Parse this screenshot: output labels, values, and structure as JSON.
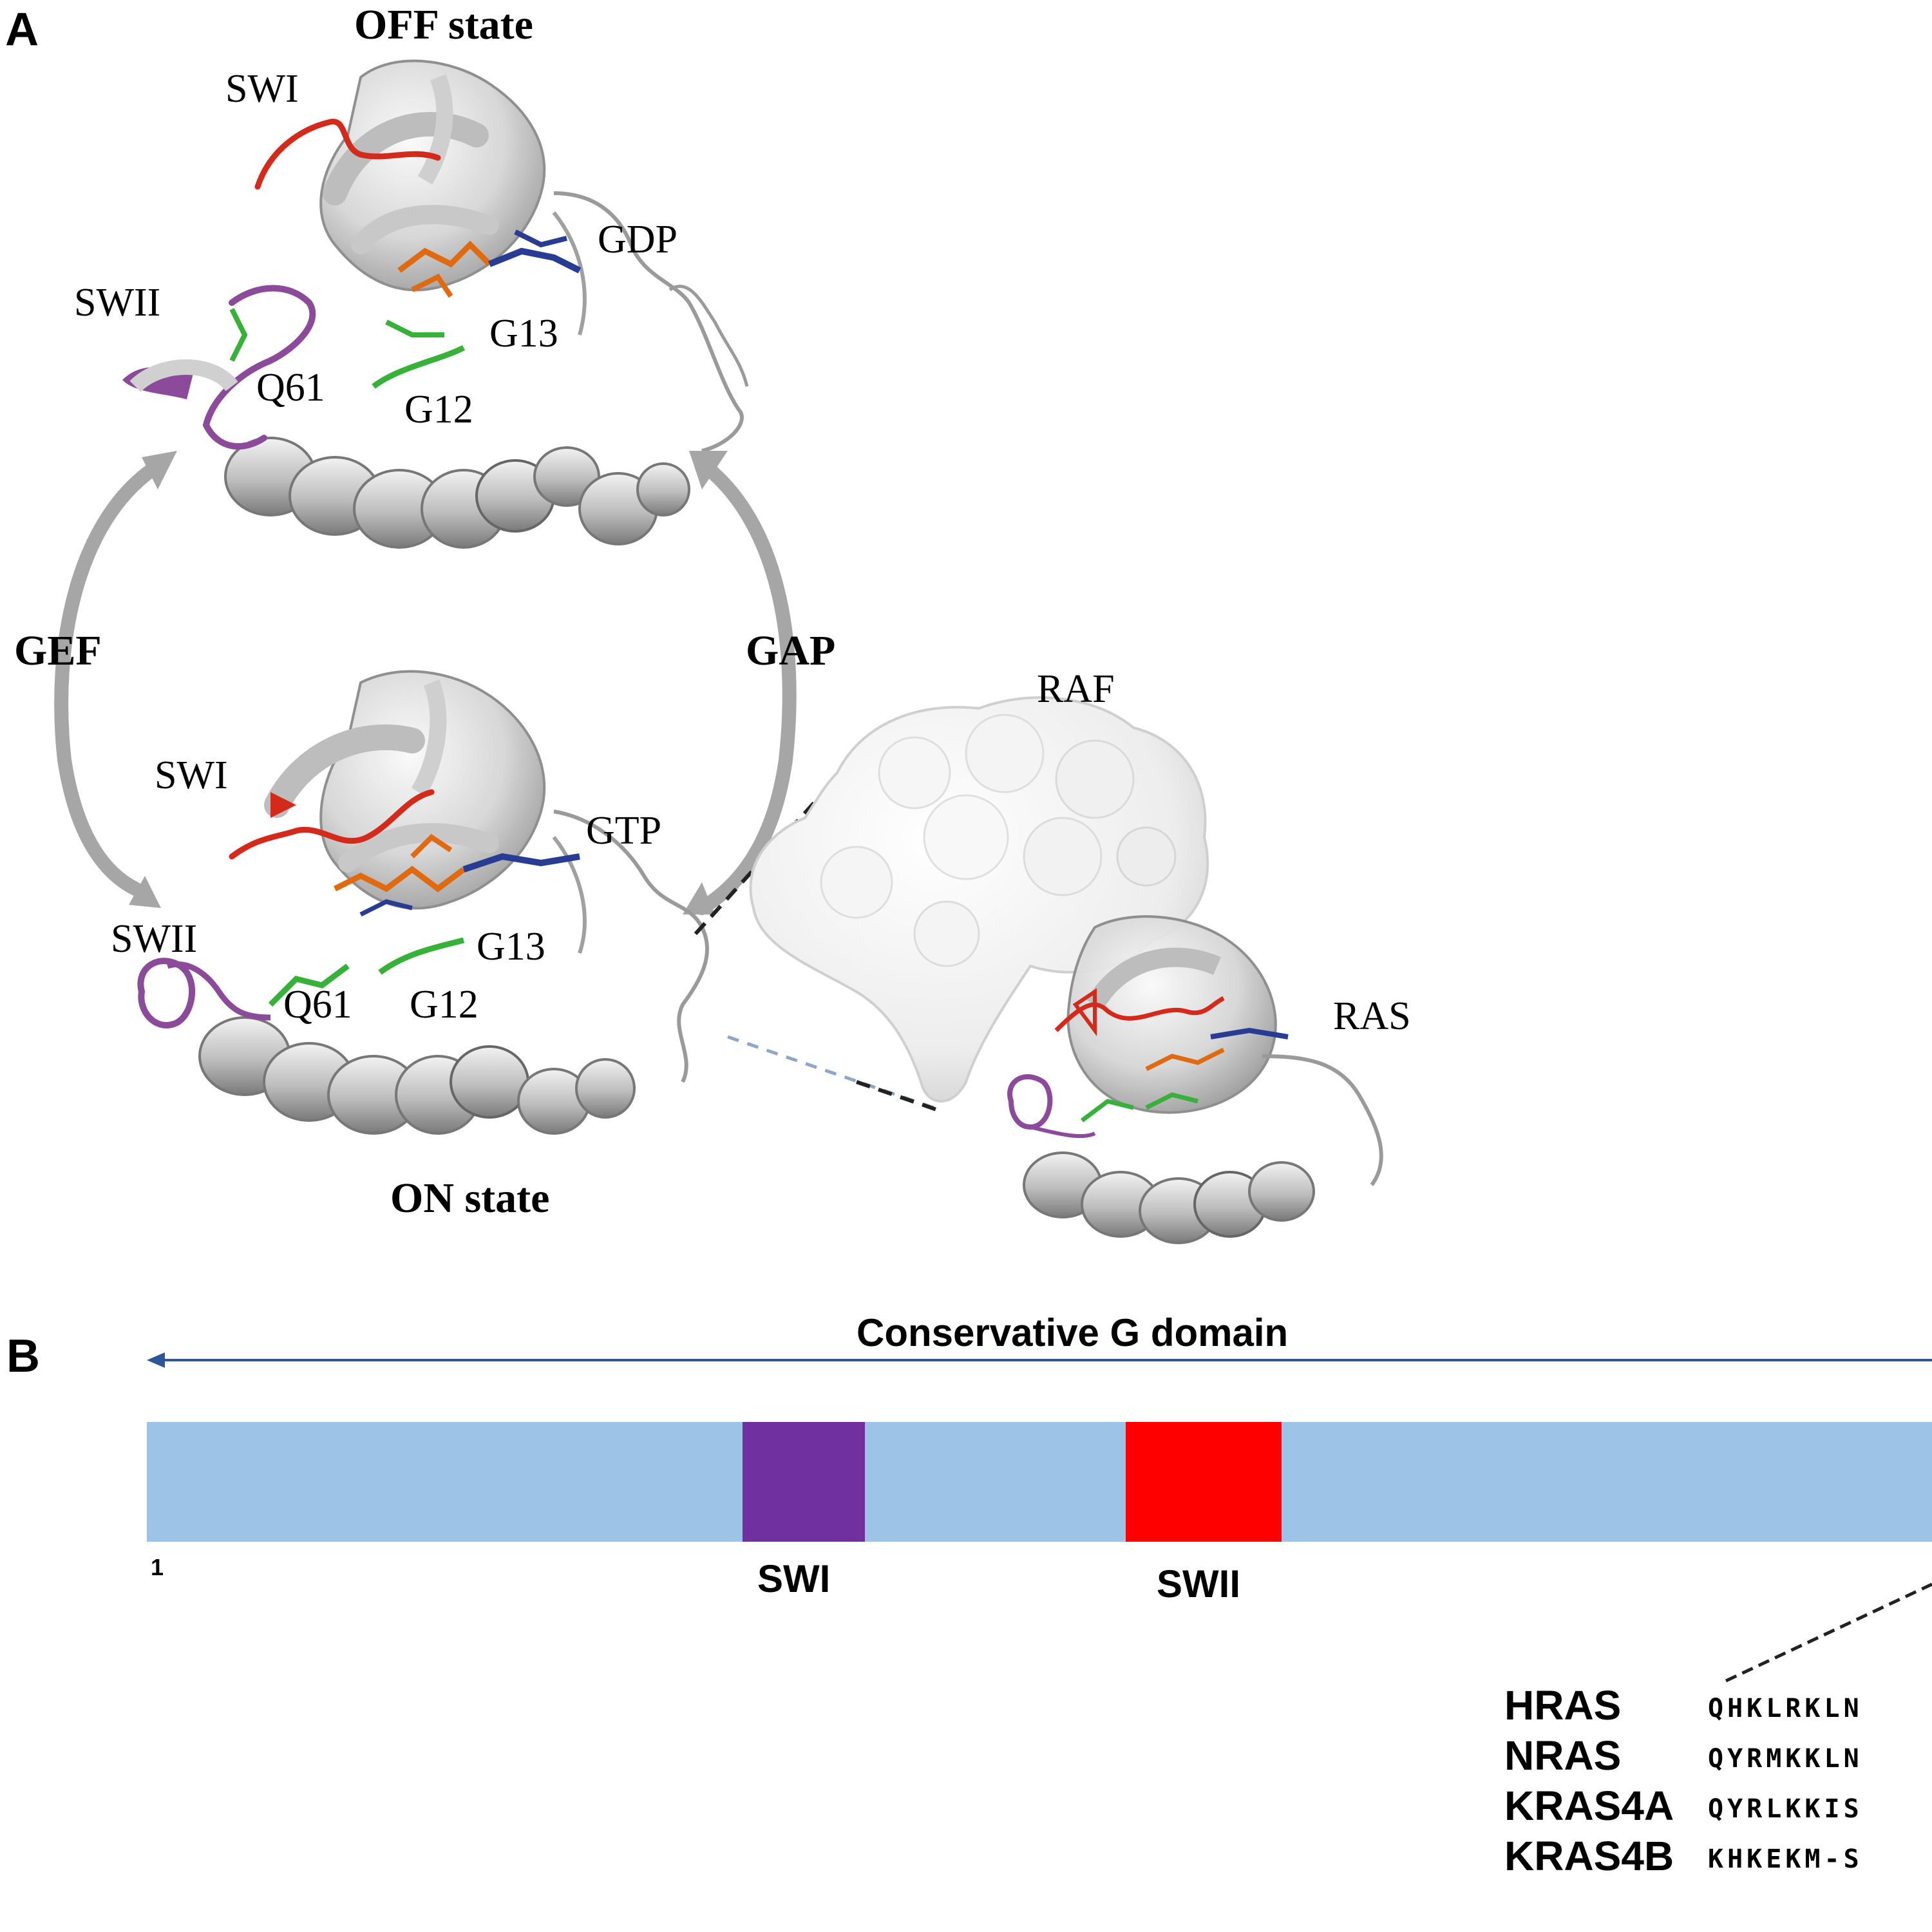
{
  "panel_a": {
    "letter": "A",
    "off_state_label": "OFF state",
    "on_state_label": "ON state",
    "gef_label": "GEF",
    "gap_label": "GAP",
    "off": {
      "swi": "SWI",
      "swii": "SWII",
      "nucleotide": "GDP",
      "g13": "G13",
      "g12": "G12",
      "q61": "Q61"
    },
    "on": {
      "swi": "SWI",
      "swii": "SWII",
      "nucleotide": "GTP",
      "g13": "G13",
      "g12": "G12",
      "q61": "Q61"
    },
    "complex": {
      "raf": "RAF",
      "ras": "RAS"
    }
  },
  "panel_b": {
    "letter": "B",
    "domain_title": "Conservative G domain",
    "start_residue": "1",
    "segments": [
      {
        "name": "SWI",
        "color": "#7030a0"
      },
      {
        "name": "SWII",
        "color": "#ff0000"
      }
    ],
    "bar_color": "#9dc3e6",
    "arrow_color": "#2e5597",
    "isoforms": [
      {
        "name": "HRAS",
        "sequence": "QHKLRKLN"
      },
      {
        "name": "NRAS",
        "sequence": "QYRMKKLN"
      },
      {
        "name": "KRAS4A",
        "sequence": "QYRLKKIS"
      },
      {
        "name": "KRAS4B",
        "sequence": "KHKEKM-S"
      }
    ]
  },
  "colors": {
    "swi_loop": "#d42a1c",
    "swii_loop": "#8c4a9a",
    "phosphate": "#e06a10",
    "base": "#283c94",
    "residue": "#38b13a",
    "ribbon": "#d9d9d9",
    "ribbon_dark": "#a6a6a6",
    "cycle_arrow": "#a6a6a6"
  }
}
